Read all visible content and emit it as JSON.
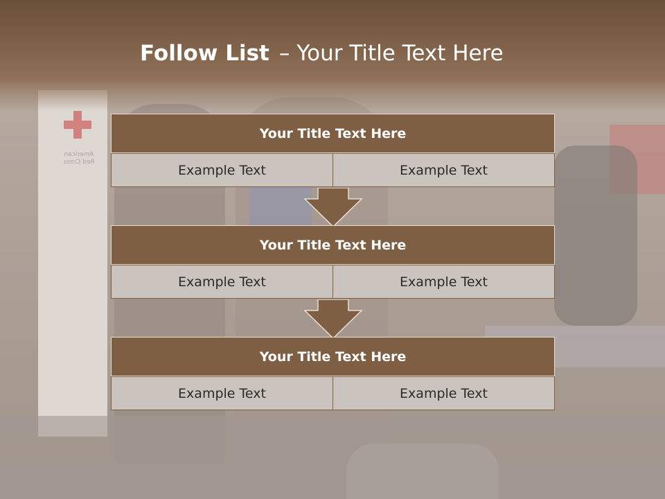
{
  "slide": {
    "title_bold": "Follow List",
    "title_separator": "–",
    "title_rest": "Your Title Text Here"
  },
  "steps": [
    {
      "title": "Your Title Text Here",
      "left": "Example Text",
      "right": "Example Text"
    },
    {
      "title": "Your Title Text Here",
      "left": "Example Text",
      "right": "Example Text"
    },
    {
      "title": "Your Title Text Here",
      "left": "Example Text",
      "right": "Example Text"
    }
  ],
  "background": {
    "sign_text_line1": "American",
    "sign_text_line2": "Red Cross"
  },
  "colors": {
    "header_brown": "#7c5f48",
    "block_brown": "#7f5f44",
    "cell_fill": "#cbc3bd",
    "red_cross": "#d33a3a"
  }
}
